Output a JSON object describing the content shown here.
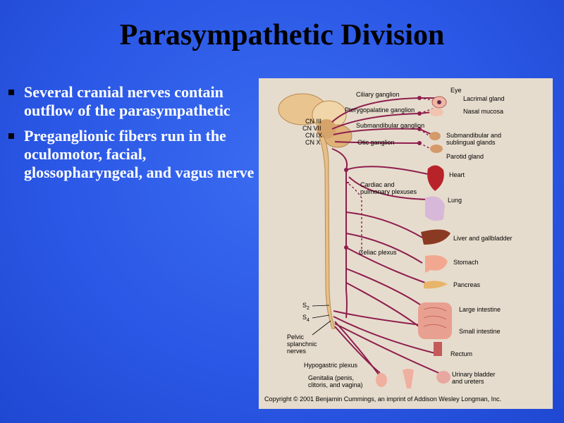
{
  "title": "Parasympathetic Division",
  "bullets": [
    "Several cranial nerves contain outflow of the parasympathetic",
    "Preganglionic fibers run in the oculomotor, facial, glossopharyngeal, and vagus nerve"
  ],
  "figure": {
    "cranial_nerves": [
      "CN III",
      "CN VII",
      "CN IX",
      "CN X"
    ],
    "ganglia": {
      "ciliary": "Ciliary ganglion",
      "pterygopalatine": "Pterygopalatine ganglion",
      "submandibular": "Submandibular ganglion",
      "otic": "Otic ganglion",
      "cardiac": [
        "Cardiac and",
        "pulmonary plexuses"
      ],
      "celiac": "Celiac plexus",
      "hypogastric": "Hypogastric plexus"
    },
    "organs": {
      "eye": "Eye",
      "lacrimal": "Lacrimal gland",
      "nasal": "Nasal mucosa",
      "submandibular": [
        "Submandibular and",
        "sublingual glands"
      ],
      "parotid": "Parotid gland",
      "heart": "Heart",
      "lung": "Lung",
      "liver": "Liver and gallbladder",
      "stomach": "Stomach",
      "pancreas": "Pancreas",
      "large_intestine": "Large  intestine",
      "small_intestine": "Small intestine",
      "rectum": "Rectum",
      "bladder": [
        "Urinary  bladder",
        "and ureters"
      ],
      "genitalia": [
        "Genitalia (penis,",
        "clitoris, and vagina)"
      ]
    },
    "sacral": [
      "S",
      "2",
      "S",
      "4"
    ],
    "pelvic": [
      "Pelvic",
      "splanchnic",
      "nerves"
    ],
    "copyright": "Copyright © 2001 Benjamin Cummings, an imprint of Addison Wesley Longman, Inc."
  }
}
